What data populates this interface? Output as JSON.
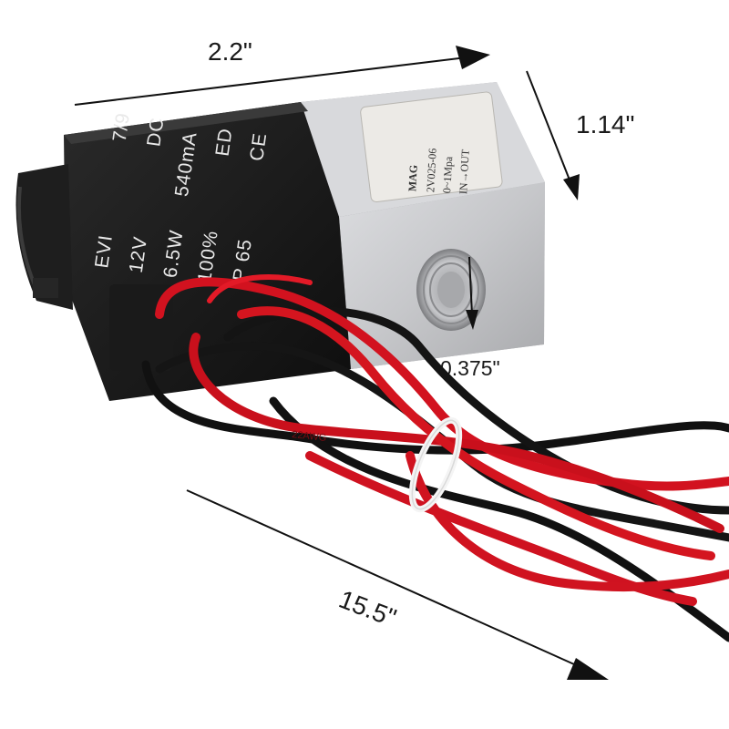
{
  "dimensions": {
    "length": "2.2\"",
    "height": "1.14\"",
    "port": "0.375\"",
    "cable": "15.5\""
  },
  "coil": {
    "col1": "EVI",
    "col1b": "7/9",
    "col2": "12V",
    "col2b": "DC",
    "col3": "6.5W",
    "col3b": "540mA",
    "col4": "100%",
    "col4b": "ED",
    "col5": "IP 65",
    "col5b": "CE"
  },
  "valve_label": {
    "brand": "MAG",
    "model": "2V025-06",
    "pressure": "0~1Mpa",
    "flow": "IN→OUT"
  },
  "wire_print": "22AWG",
  "colors": {
    "coil": "#1b1b1b",
    "body": "#c9cacc",
    "red_wire": "#d2121f",
    "black_wire": "#111111",
    "tie": "#f4f4f4"
  }
}
